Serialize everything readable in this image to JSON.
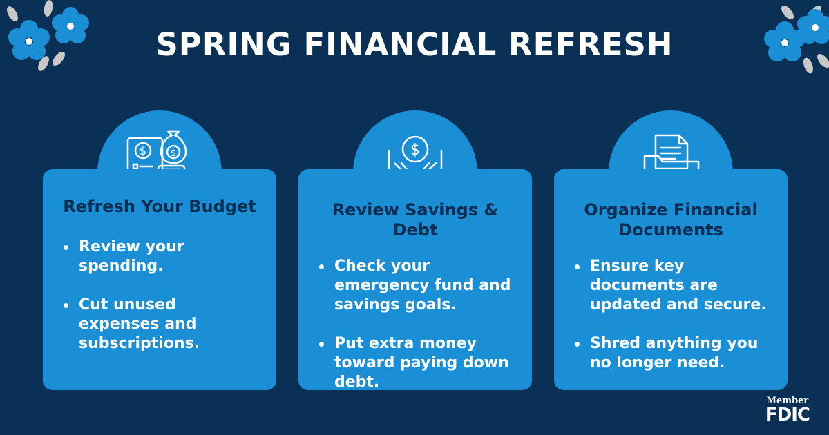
{
  "title": "SPRING FINANCIAL REFRESH",
  "colors": {
    "background": "#0a3155",
    "card": "#1a8fd6",
    "card_title": "#0a2d52",
    "flower_petal": "#1a8fd6",
    "flower_leaf": "#c8c8c8"
  },
  "cards": [
    {
      "icon": "budget-calculator-icon",
      "title": "Refresh Your Budget",
      "bullets": [
        "Review your spending.",
        "Cut unused expenses and subscriptions."
      ]
    },
    {
      "icon": "hands-holding-coin-icon",
      "title": "Review Savings & Debt",
      "bullets": [
        "Check your emergency fund and savings goals.",
        "Put extra money toward paying down debt."
      ]
    },
    {
      "icon": "folder-documents-icon",
      "title": "Organize Financial Documents",
      "bullets": [
        "Ensure key documents are updated and secure.",
        "Shred anything you no longer need."
      ]
    }
  ],
  "badge": {
    "member": "Member",
    "fdic": "FDIC"
  }
}
